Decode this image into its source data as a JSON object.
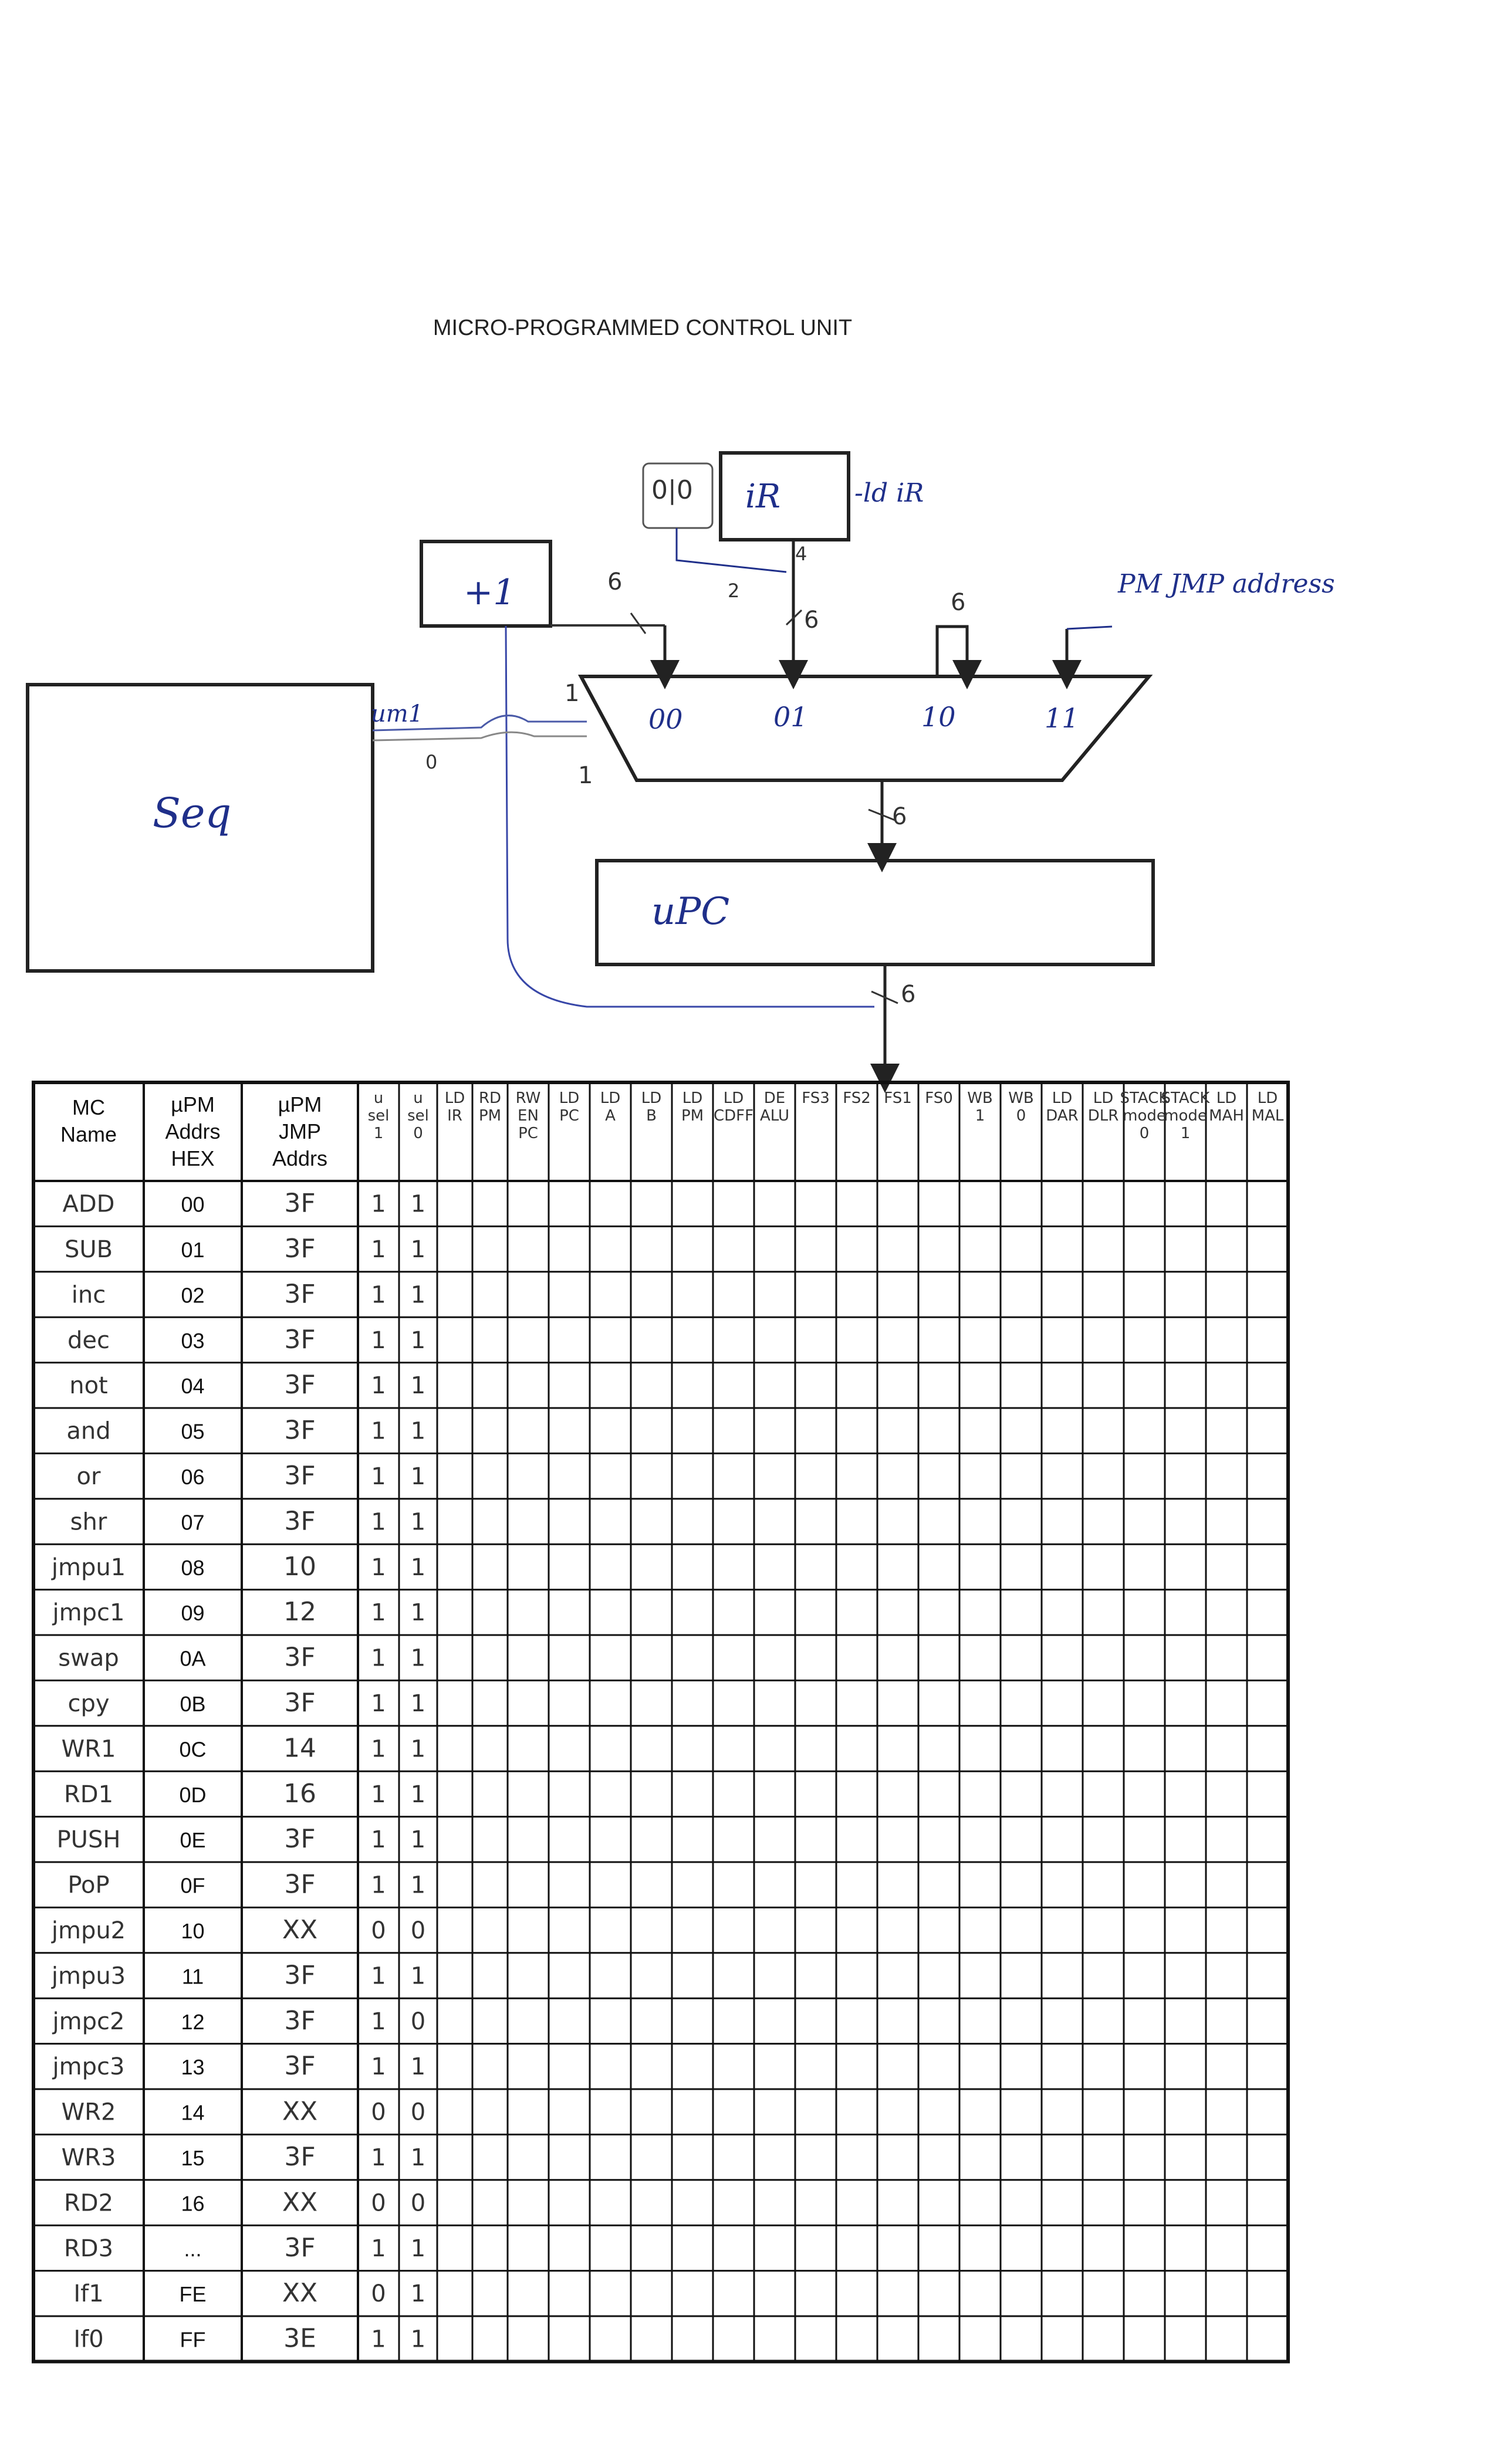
{
  "title": "MICRO-PROGRAMMED CONTROL UNIT",
  "diagram": {
    "ir_label": "iR",
    "ir_prefix": "0|0",
    "ir_note": "-ld iR",
    "flag_label": "+1",
    "seq_label": "Seq",
    "upc_label": "uPC",
    "pm_note": "PM JMP address",
    "um_label": "um1",
    "mux_inputs": [
      "00",
      "01",
      "10",
      "11"
    ],
    "bus_widths": {
      "flag_to_mux": "6",
      "ir_to_mux": "6",
      "ir_split_a": "4",
      "ir_split_b": "2",
      "pm_to_mux": "6",
      "mux_to_upc": "6",
      "upc_out": "6",
      "seq_a": "1",
      "seq_b": "1",
      "seq_c": "0"
    }
  },
  "table": {
    "headers_printed": [
      "MC\nName",
      "µPM\nAddrs\nHEX",
      "µPM\nJMP\nAddrs"
    ],
    "headers_handwritten": [
      "u\nsel\n1",
      "u\nsel\n0",
      "LD\nIR",
      "RD\nPM",
      "RW\nEN\nPC",
      "LD\nPC",
      "LD\nA",
      "LD\nB",
      "LD\nPM",
      "LD\nCDFF",
      "DE\nALU",
      "FS3",
      "FS2",
      "FS1",
      "FS0",
      "WB\n1",
      "WB\n0",
      "LD\nDAR",
      "LD\nDLR",
      "STACK\nmode\n0",
      "STACK\nmode\n1",
      "LD\nMAH",
      "LD\nMAL"
    ],
    "rows": [
      {
        "name": "ADD",
        "hex": "00",
        "jmp": "3F",
        "sel1": "1",
        "sel0": "1"
      },
      {
        "name": "SUB",
        "hex": "01",
        "jmp": "3F",
        "sel1": "1",
        "sel0": "1"
      },
      {
        "name": "inc",
        "hex": "02",
        "jmp": "3F",
        "sel1": "1",
        "sel0": "1"
      },
      {
        "name": "dec",
        "hex": "03",
        "jmp": "3F",
        "sel1": "1",
        "sel0": "1"
      },
      {
        "name": "not",
        "hex": "04",
        "jmp": "3F",
        "sel1": "1",
        "sel0": "1"
      },
      {
        "name": "and",
        "hex": "05",
        "jmp": "3F",
        "sel1": "1",
        "sel0": "1"
      },
      {
        "name": "or",
        "hex": "06",
        "jmp": "3F",
        "sel1": "1",
        "sel0": "1"
      },
      {
        "name": "shr",
        "hex": "07",
        "jmp": "3F",
        "sel1": "1",
        "sel0": "1"
      },
      {
        "name": "jmpu1",
        "hex": "08",
        "jmp": "10",
        "sel1": "1",
        "sel0": "1"
      },
      {
        "name": "jmpc1",
        "hex": "09",
        "jmp": "12",
        "sel1": "1",
        "sel0": "1"
      },
      {
        "name": "swap",
        "hex": "0A",
        "jmp": "3F",
        "sel1": "1",
        "sel0": "1"
      },
      {
        "name": "cpy",
        "hex": "0B",
        "jmp": "3F",
        "sel1": "1",
        "sel0": "1"
      },
      {
        "name": "WR1",
        "hex": "0C",
        "jmp": "14",
        "sel1": "1",
        "sel0": "1"
      },
      {
        "name": "RD1",
        "hex": "0D",
        "jmp": "16",
        "sel1": "1",
        "sel0": "1"
      },
      {
        "name": "PUSH",
        "hex": "0E",
        "jmp": "3F",
        "sel1": "1",
        "sel0": "1"
      },
      {
        "name": "PoP",
        "hex": "0F",
        "jmp": "3F",
        "sel1": "1",
        "sel0": "1"
      },
      {
        "name": "jmpu2",
        "hex": "10",
        "jmp": "XX",
        "sel1": "0",
        "sel0": "0"
      },
      {
        "name": "jmpu3",
        "hex": "11",
        "jmp": "3F",
        "sel1": "1",
        "sel0": "1"
      },
      {
        "name": "jmpc2",
        "hex": "12",
        "jmp": "3F",
        "sel1": "1",
        "sel0": "0"
      },
      {
        "name": "jmpc3",
        "hex": "13",
        "jmp": "3F",
        "sel1": "1",
        "sel0": "1"
      },
      {
        "name": "WR2",
        "hex": "14",
        "jmp": "XX",
        "sel1": "0",
        "sel0": "0"
      },
      {
        "name": "WR3",
        "hex": "15",
        "jmp": "3F",
        "sel1": "1",
        "sel0": "1"
      },
      {
        "name": "RD2",
        "hex": "16",
        "jmp": "XX",
        "sel1": "0",
        "sel0": "0"
      },
      {
        "name": "RD3",
        "hex": "...",
        "jmp": "3F",
        "sel1": "1",
        "sel0": "1"
      },
      {
        "name": "If1",
        "hex": "FE",
        "jmp": "XX",
        "sel1": "0",
        "sel0": "1"
      },
      {
        "name": "If0",
        "hex": "FF",
        "jmp": "3E",
        "sel1": "1",
        "sel0": "1"
      }
    ]
  }
}
